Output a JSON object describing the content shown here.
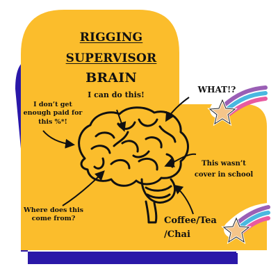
{
  "title": {
    "line1": "RIGGING",
    "line2": "SUPERVISOR",
    "line3": "BRAIN"
  },
  "thoughts": {
    "can_do": "I can do this!",
    "paid": "I don’t get enough paid for this %*!",
    "what": "WHAT!?",
    "school": "This wasn’t cover in school",
    "where": "Where does this come from?",
    "coffee": "Coffee/Tea /Chai"
  },
  "icons": {
    "brain": "brain-outline-icon",
    "stars": "shooting-star-sticker-icon"
  },
  "colors": {
    "background_card": "#fbbd2c",
    "shadow_card": "#2a18a8",
    "star": "#f5c58a",
    "trail_purple": "#9a5fb5",
    "trail_blue": "#4ab8e0",
    "trail_pink": "#e85aa0",
    "ink": "#111111"
  }
}
